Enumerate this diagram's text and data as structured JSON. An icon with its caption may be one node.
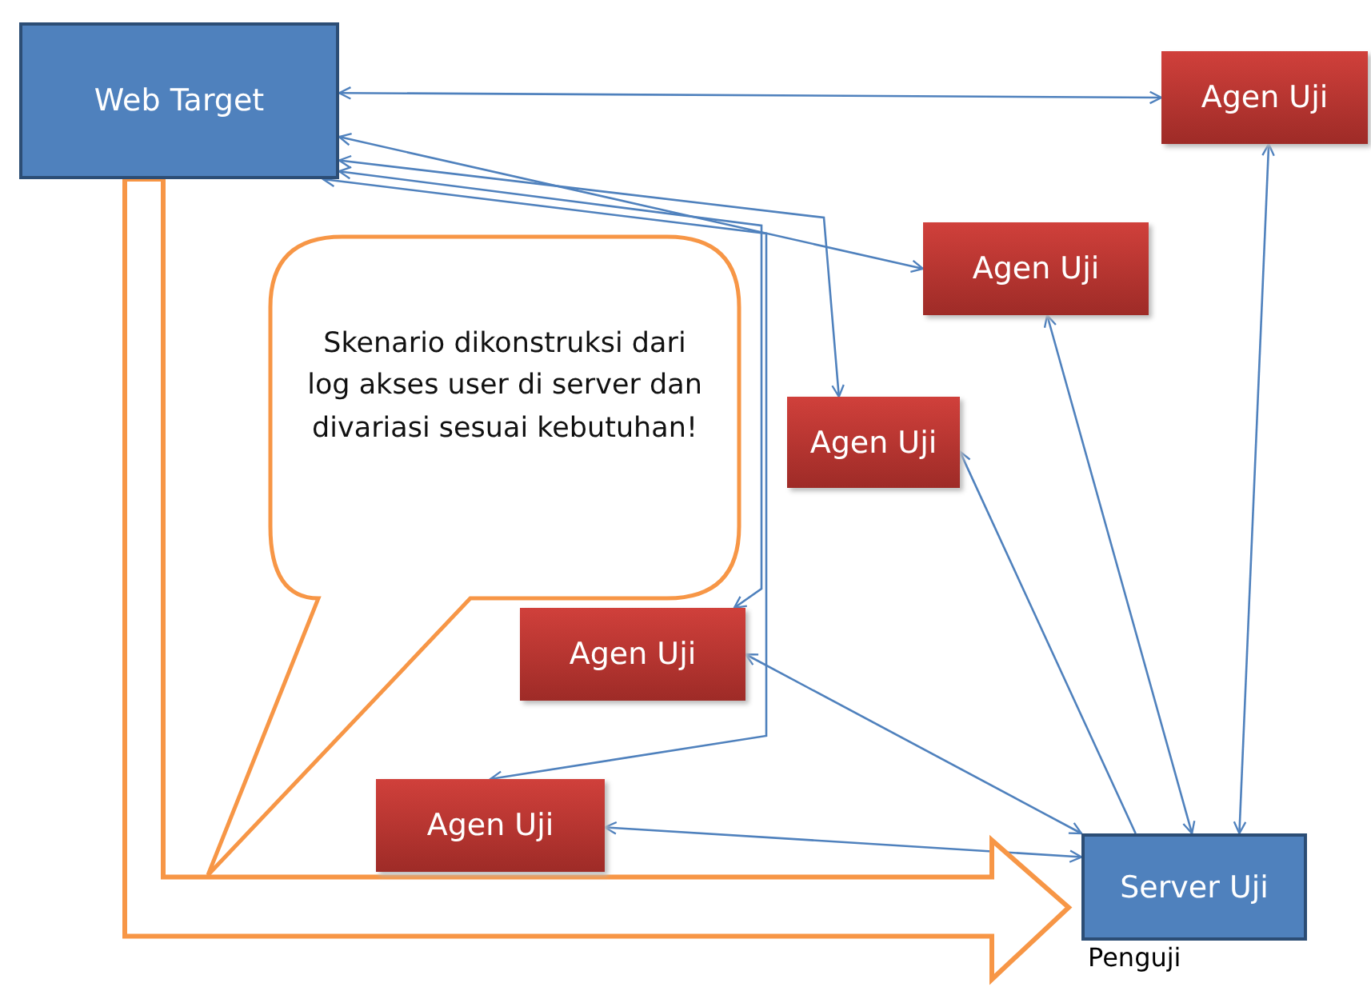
{
  "diagram": {
    "nodes": [
      {
        "text": [
          "Web Target"
        ]
      },
      {
        "text": [
          "Agen Uji"
        ]
      },
      {
        "text": [
          "Agen Uji"
        ]
      },
      {
        "text": [
          "Agen Uji"
        ]
      },
      {
        "text": [
          "Agen Uji"
        ]
      },
      {
        "text": [
          "Agen Uji"
        ]
      },
      {
        "text": [
          "Server Uji"
        ],
        "beside": [
          "Penguji"
        ]
      },
      {
        "text": [
          "Skenario dikonstruksi dari log akses user di server dan divariasi sesuai kebutuhan!"
        ]
      }
    ],
    "edges": [
      {
        "from": 0,
        "to": 1,
        "arrow": "both"
      },
      {
        "from": 0,
        "to": 2,
        "arrow": "both"
      },
      {
        "from": 0,
        "to": 3,
        "arrow": "both"
      },
      {
        "from": 0,
        "to": 4,
        "arrow": "both"
      },
      {
        "from": 0,
        "to": 5,
        "arrow": "both"
      },
      {
        "from": 1,
        "to": 6,
        "arrow": "both"
      },
      {
        "from": 2,
        "to": 6,
        "arrow": "both"
      },
      {
        "from": 6,
        "to": 3,
        "arrow": "to"
      },
      {
        "from": 4,
        "to": 6,
        "arrow": "both"
      },
      {
        "from": 5,
        "to": 6,
        "arrow": "both"
      },
      {
        "from": 0,
        "to": 6,
        "arrow": "to",
        "style": "thick",
        "color": "#f79646"
      }
    ]
  }
}
